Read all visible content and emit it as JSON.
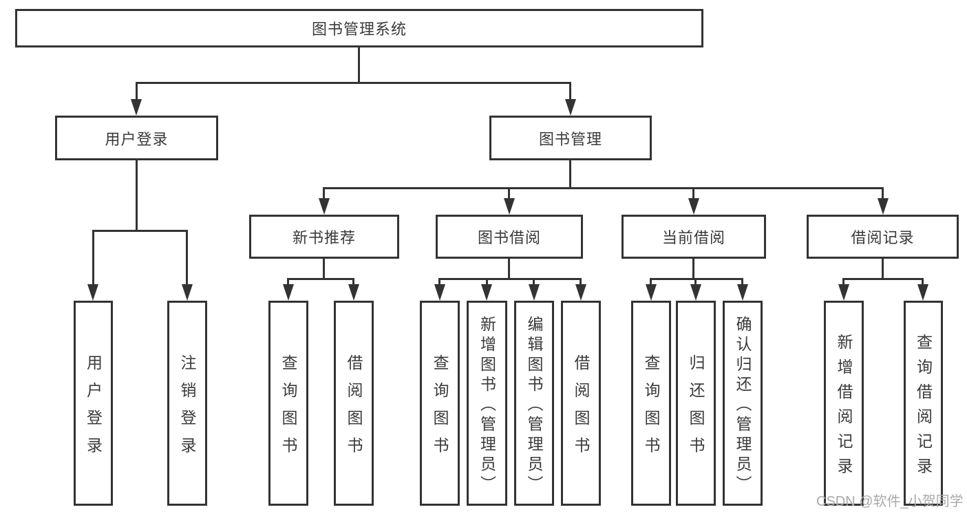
{
  "diagram": {
    "root_label": "图书管理系统",
    "branches": [
      {
        "label": "用户登录",
        "children": [
          "用户登录",
          "注销登录"
        ]
      },
      {
        "label": "图书管理",
        "children": [
          {
            "label": "新书推荐",
            "children": [
              "查询图书",
              "借阅图书"
            ]
          },
          {
            "label": "图书借阅",
            "children": [
              "查询图书",
              "新增图书（管理员）",
              "编辑图书（管理员）",
              "借阅图书"
            ]
          },
          {
            "label": "当前借阅",
            "children": [
              "查询图书",
              "归还图书",
              "确认归还（管理员）"
            ]
          },
          {
            "label": "借阅记录",
            "children": [
              "新增借阅记录",
              "查询借阅记录"
            ]
          }
        ]
      }
    ]
  },
  "watermark": {
    "text": "CSDN @软件_小贺同学"
  },
  "colors": {
    "line": "#333333",
    "text": "#3a3a3a",
    "watermark": "#a9a9a9",
    "background": "#ffffff"
  }
}
